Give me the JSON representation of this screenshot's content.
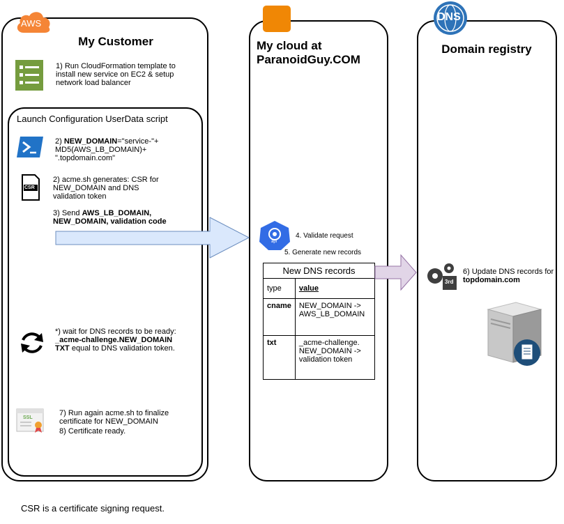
{
  "customer": {
    "badge": "AWS",
    "title": "My Customer",
    "step1": "1) Run CloudFormation template to install new service on EC2 & setup network load balancer",
    "launch_title": "Launch Configuration UserData script",
    "step2_prefix": "2) ",
    "step2_bold": "NEW_DOMAIN",
    "step2_rest": "=\"service-\"+ MD5(AWS_LB_DOMAIN)+ \".topdomain.com\"",
    "step2b": "2) acme.sh generates: CSR for NEW_DOMAIN and DNS validation token",
    "csr_label": "CSR",
    "step3_prefix": "3) Send ",
    "step3_bold": "AWS_LB_DOMAIN, NEW_DOMAIN",
    "step3_mid": ", ",
    "step3_bold2": "validation code",
    "wait_line1": "*) wait for DNS records to be ready:",
    "wait_bold1": "_acme-challenge.NEW_DOMAIN",
    "wait_bold2": "TXT",
    "wait_rest": " equal to DNS validation token.",
    "ssl_label": "SSL",
    "step7": "7) Run again acme.sh to finalize certificate for NEW_DOMAIN",
    "step8": "8) Certificate ready."
  },
  "cloud": {
    "title": "My cloud at ParanoidGuy.COM",
    "api_label": "api",
    "step4": "4. Validate request",
    "step5": "5. Generate new records",
    "table_title": "New DNS records",
    "col_type": "type",
    "col_value": "value",
    "rows": [
      {
        "type": "cname",
        "value": "NEW_DOMAIN -> AWS_LB_DOMAIN"
      },
      {
        "type": "txt",
        "value": "_acme-challenge. NEW_DOMAIN -> validation token"
      }
    ]
  },
  "registry": {
    "badge": "DNS",
    "title": "Domain registry",
    "step6_prefix": "6) Update DNS records for ",
    "step6_bold": "topdomain.com",
    "third_party": "3rd"
  },
  "footnote": "CSR is a certificate signing request.",
  "colors": {
    "aws_orange": "#F58536",
    "cloud_orange": "#F08705",
    "dns_blue": "#2E73B8",
    "api_blue": "#326CE5",
    "arrow_blue_fill": "#DAE8FC",
    "arrow_blue_stroke": "#6C8EBF",
    "arrow_purple_fill": "#E1D5E7",
    "arrow_purple_stroke": "#9673A6",
    "cf_green": "#759C3E"
  }
}
